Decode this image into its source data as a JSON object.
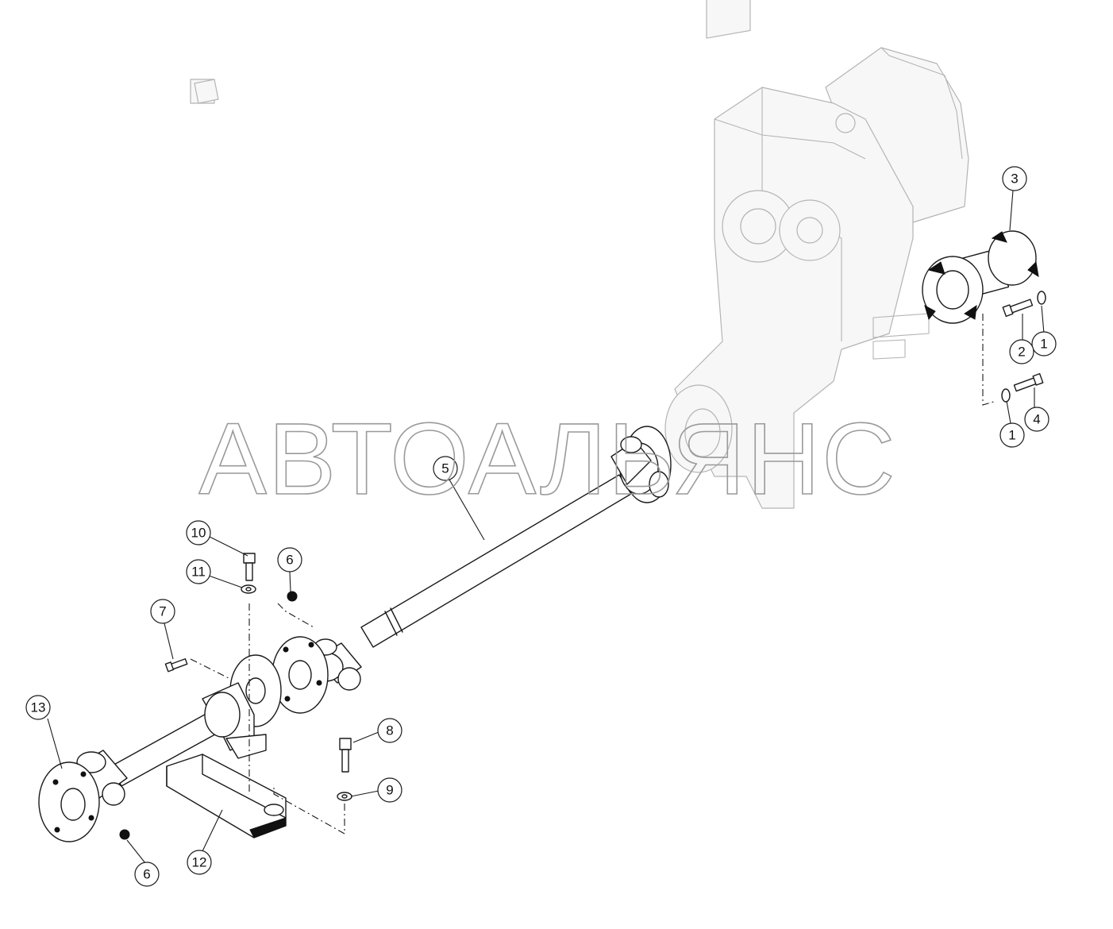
{
  "watermark": "АВТОАЛЬЯНС",
  "callouts": [
    {
      "id": "c3",
      "label": "3"
    },
    {
      "id": "c1a",
      "label": "1"
    },
    {
      "id": "c2",
      "label": "2"
    },
    {
      "id": "c1b",
      "label": "1"
    },
    {
      "id": "c4",
      "label": "4"
    },
    {
      "id": "c5",
      "label": "5"
    },
    {
      "id": "c10",
      "label": "10"
    },
    {
      "id": "c11",
      "label": "11"
    },
    {
      "id": "c6a",
      "label": "6"
    },
    {
      "id": "c7",
      "label": "7"
    },
    {
      "id": "c8",
      "label": "8"
    },
    {
      "id": "c9",
      "label": "9"
    },
    {
      "id": "c13",
      "label": "13"
    },
    {
      "id": "c12",
      "label": "12"
    },
    {
      "id": "c6b",
      "label": "6"
    }
  ]
}
